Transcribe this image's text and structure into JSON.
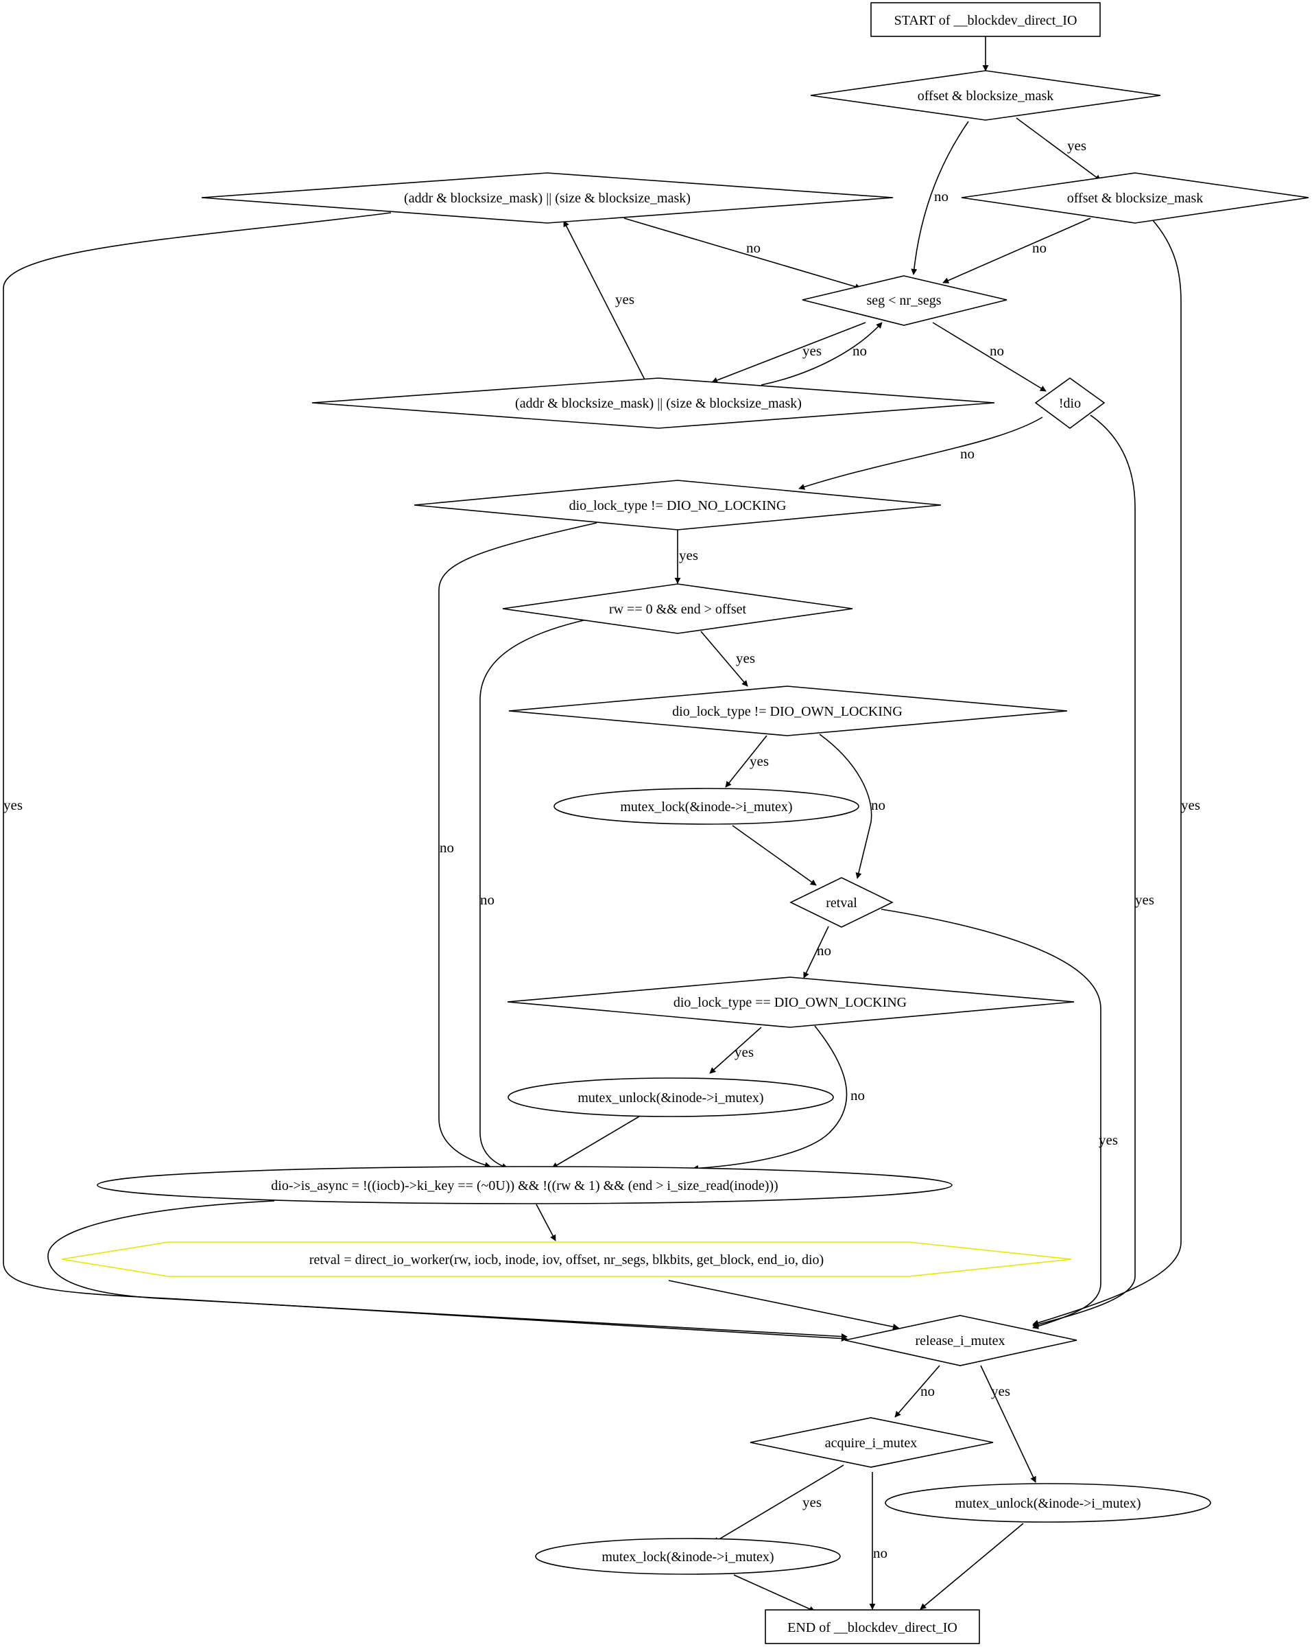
{
  "nodes": {
    "start": "START of __blockdev_direct_IO",
    "offset_mask_1": "offset & blocksize_mask",
    "offset_mask_2": "offset & blocksize_mask",
    "addr_mask_top": "(addr & blocksize_mask) || (size & blocksize_mask)",
    "seg_loop": "seg < nr_segs",
    "addr_mask_loop": "(addr & blocksize_mask) || (size & blocksize_mask)",
    "not_dio": "!dio",
    "dio_no_locking": "dio_lock_type != DIO_NO_LOCKING",
    "rw_end_offset": "rw == 0 && end > offset",
    "dio_own_locking_ne": "dio_lock_type != DIO_OWN_LOCKING",
    "mutex_lock_1": "mutex_lock(&inode->i_mutex)",
    "retval_check": "retval",
    "dio_own_locking_eq": "dio_lock_type == DIO_OWN_LOCKING",
    "mutex_unlock_1": "mutex_unlock(&inode->i_mutex)",
    "is_async": "dio->is_async = !((iocb)->ki_key == (~0U)) && !((rw & 1) && (end > i_size_read(inode)))",
    "direct_io_worker": "retval = direct_io_worker(rw, iocb, inode, iov, offset, nr_segs, blkbits, get_block, end_io, dio)",
    "release_i_mutex": "release_i_mutex",
    "acquire_i_mutex": "acquire_i_mutex",
    "mutex_unlock_2": "mutex_unlock(&inode->i_mutex)",
    "mutex_lock_2": "mutex_lock(&inode->i_mutex)",
    "end": "END of __blockdev_direct_IO"
  },
  "edge_labels": {
    "yes": "yes",
    "no": "no"
  },
  "colors": {
    "light_blue": "#add8e6",
    "yellow": "#ffff00",
    "yellow_border": "#e8e800",
    "white": "#ffffff",
    "stroke": "#000000"
  }
}
